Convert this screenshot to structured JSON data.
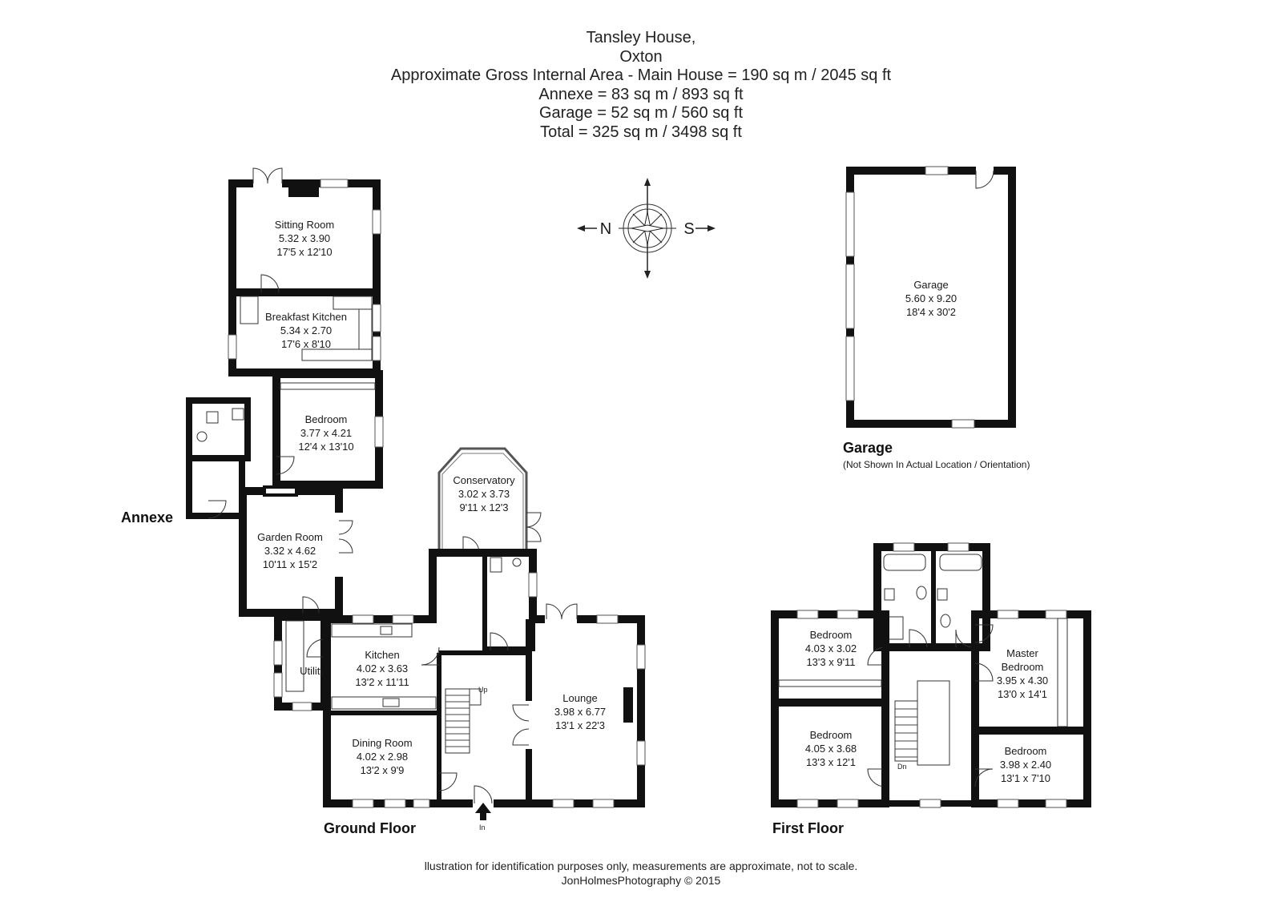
{
  "header": {
    "lines": [
      "Tansley House,",
      "Oxton",
      "Approximate Gross Internal Area - Main House = 190 sq m / 2045 sq ft",
      "Annexe = 83 sq m / 893 sq ft",
      "Garage = 52 sq m / 560 sq ft",
      "Total = 325 sq m / 3498 sq ft"
    ]
  },
  "compass": {
    "left": "N",
    "right": "S"
  },
  "labels": {
    "annexe": "Annexe",
    "ground_floor": "Ground Floor",
    "first_floor": "First Floor",
    "garage_title": "Garage",
    "garage_note": "(Not Shown In Actual Location / Orientation)",
    "up": "Up",
    "dn": "Dn",
    "in": "In"
  },
  "rooms": {
    "sitting_room": [
      "Sitting Room",
      "5.32 x 3.90",
      "17'5 x 12'10"
    ],
    "breakfast_kitchen": [
      "Breakfast Kitchen",
      "5.34 x 2.70",
      "17'6 x 8'10"
    ],
    "annexe_bedroom": [
      "Bedroom",
      "3.77 x 4.21",
      "12'4 x 13'10"
    ],
    "garden_room": [
      "Garden Room",
      "3.32 x 4.62",
      "10'11 x 15'2"
    ],
    "conservatory": [
      "Conservatory",
      "3.02 x 3.73",
      "9'11 x 12'3"
    ],
    "utility": [
      "Utility"
    ],
    "kitchen": [
      "Kitchen",
      "4.02 x 3.63",
      "13'2 x 11'11"
    ],
    "dining_room": [
      "Dining Room",
      "4.02 x 2.98",
      "13'2 x 9'9"
    ],
    "lounge": [
      "Lounge",
      "3.98 x 6.77",
      "13'1 x 22'3"
    ],
    "garage": [
      "Garage",
      "5.60 x 9.20",
      "18'4 x 30'2"
    ],
    "ff_bedroom_1": [
      "Bedroom",
      "4.03 x 3.02",
      "13'3 x 9'11"
    ],
    "ff_bedroom_2": [
      "Bedroom",
      "4.05 x 3.68",
      "13'3 x 12'1"
    ],
    "master_bedroom": [
      "Master",
      "Bedroom",
      "3.95 x 4.30",
      "13'0 x 14'1"
    ],
    "ff_bedroom_3": [
      "Bedroom",
      "3.98 x 2.40",
      "13'1 x 7'10"
    ]
  },
  "footer": {
    "lines": [
      "llustration for identification purposes only, measurements are approximate, not to scale.",
      "JonHolmesPhotography © 2015"
    ]
  }
}
